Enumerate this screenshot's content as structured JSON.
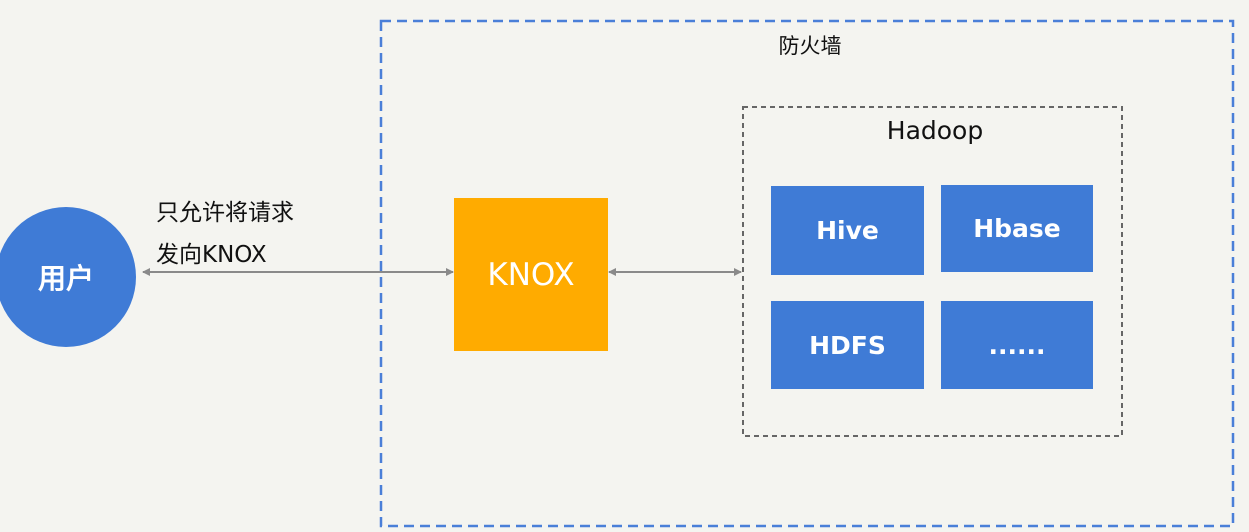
{
  "firewall": {
    "label": "防火墙"
  },
  "hadoop": {
    "label": "Hadoop",
    "services": [
      "Hive",
      "Hbase",
      "HDFS",
      "......"
    ]
  },
  "user": {
    "label": "用户"
  },
  "knox": {
    "label": "KNOX"
  },
  "note": {
    "line1": "只允许将请求",
    "line2": "发向KNOX"
  },
  "colors": {
    "accent_blue": "#3f7bd6",
    "knox_orange": "#ffab00",
    "firewall_border": "#4a7fd8",
    "hadoop_border": "#666666",
    "connector": "#8a8a8a"
  }
}
